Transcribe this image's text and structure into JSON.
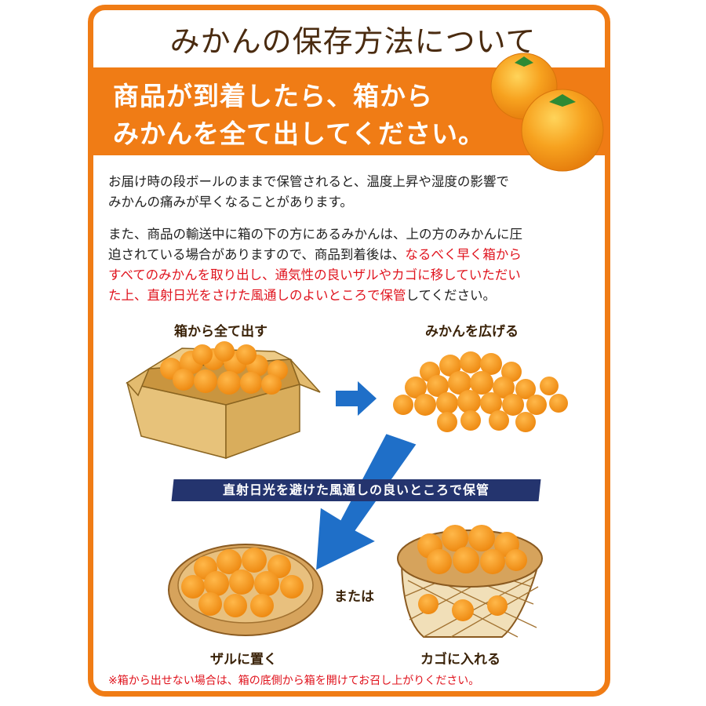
{
  "title": "みかんの保存方法について",
  "banner": {
    "line1": "商品が到着したら、箱から",
    "line2": "みかんを全て出してください。"
  },
  "paragraph1": {
    "line1": "お届け時の段ボールのままで保管されると、温度上昇や湿度の影響で",
    "line2": "みかんの痛みが早くなることがあります。"
  },
  "paragraph2": {
    "line1": "また、商品の輸送中に箱の下の方にあるみかんは、上の方のみかんに圧",
    "line2_plain": "迫されている場合がありますので、商品到着後は、",
    "line2_red": "なるべく早く箱から",
    "line3_red": "すべてのみかんを取り出し、通気性の良いザルやカゴに移していただい",
    "line4_red": "た上、直射日光をさけた風通しのよいところで保管",
    "line4_plain": "してください。"
  },
  "steps": {
    "take_out": "箱から全て出す",
    "spread": "みかんを広げる",
    "storage_banner": "直射日光を避けた風通しの良いところで保管",
    "or": "または",
    "colander": "ザルに置く",
    "basket": "カゴに入れる"
  },
  "note": "※箱から出せない場合は、箱の底側から箱を開けてお召し上がりください。",
  "colors": {
    "accent": "#f07c15",
    "title_text": "#4a2b10",
    "emphasis_red": "#e0141e",
    "ribbon": "#24346e",
    "arrow_blue": "#1f6fc8",
    "orange_fruit": "#f59a1c"
  },
  "icons": [
    "mikan-orange-icon",
    "cardboard-box-icon",
    "right-arrow-icon",
    "down-left-arrow-icon",
    "colander-icon",
    "basket-icon"
  ]
}
